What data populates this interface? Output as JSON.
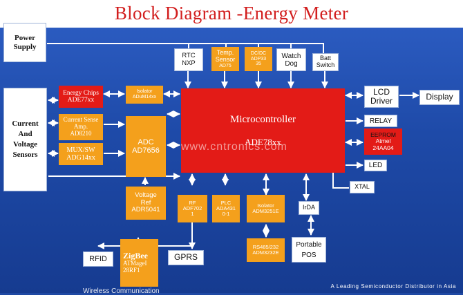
{
  "title": "Block Diagram -Energy Meter",
  "blocks": {
    "power_supply": [
      "Power",
      "Supply"
    ],
    "sensors": [
      "Current",
      "And",
      "Voltage",
      "Sensors"
    ],
    "energy_chips": [
      "Energy Chips",
      "ADE77xx"
    ],
    "current_sense": [
      "Current Sense",
      "Amp.",
      "AD8210"
    ],
    "mux_sw": [
      "MUX/SW",
      "ADG14xx"
    ],
    "isolator_top": [
      "Isolator",
      "ADuM14xx"
    ],
    "adc": [
      "ADC",
      "AD7656"
    ],
    "voltage_ref": [
      "Voltage",
      "Ref",
      "ADR5041"
    ],
    "rtc": [
      "RTC",
      "NXP"
    ],
    "temp_sensor": [
      "Temp.",
      "Sensor",
      "AD7​5"
    ],
    "dcdc": [
      "DC/DC",
      "ADP33",
      "35"
    ],
    "watchdog": [
      "Watch",
      "Dog"
    ],
    "batt_switch": [
      "Batt",
      "Switch"
    ],
    "mcu": [
      "Microcontroller",
      "ADE78xx"
    ],
    "lcd_driver": [
      "LCD",
      "Driver"
    ],
    "display": [
      "Display"
    ],
    "relay": [
      "RELAY"
    ],
    "eeprom": [
      "EEPROM",
      "Atmel",
      "24AA04"
    ],
    "led": [
      "LED"
    ],
    "xtal": [
      "XTAL"
    ],
    "rf": [
      "RF",
      "ADF702",
      "1"
    ],
    "plc": [
      "PLC",
      "ADA431",
      "0-1"
    ],
    "isolator_bottom": [
      "Isolator",
      "ADM3251E"
    ],
    "irda": [
      "IrDA"
    ],
    "rs485": [
      "RS485/232",
      "ADM3232E"
    ],
    "portable_pos": [
      "Portable",
      "POS"
    ],
    "rfid": [
      "RFID"
    ],
    "zigbee": [
      "ZigBee",
      "ATMageI",
      "28RF1"
    ],
    "gprs": [
      "GPRS"
    ]
  },
  "watermark": "www.cntronics.com",
  "footer": "A Leading Semiconductor Distributor in Asia",
  "bottom_text": "Wireless Communication",
  "colors": {
    "title": "#d21e1e",
    "background": "#1f49a3",
    "orange": "#f4a01c",
    "red": "#e31b17",
    "white": "#ffffff"
  }
}
